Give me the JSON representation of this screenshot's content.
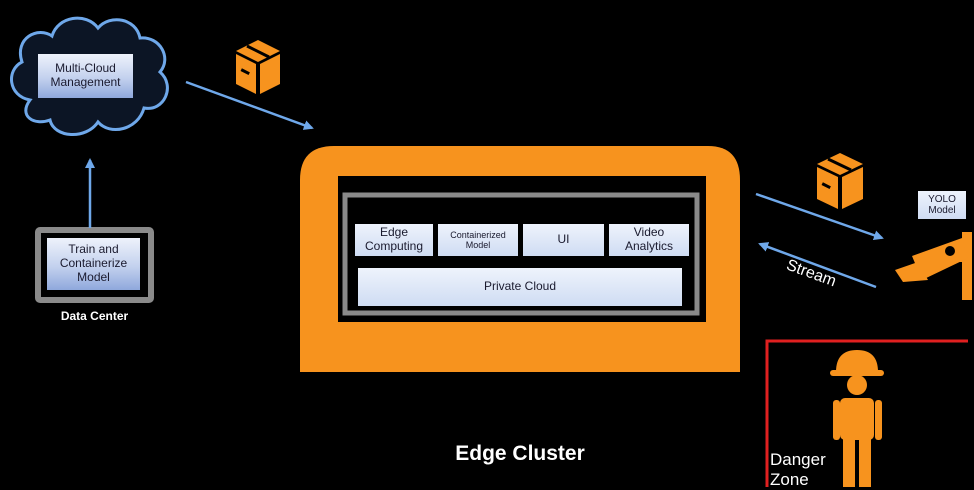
{
  "cloud": {
    "label": "Multi-Cloud Management"
  },
  "data_center": {
    "box_label": "Train and Containerize Model",
    "caption": "Data Center"
  },
  "edge_cluster": {
    "title": "Edge Cluster",
    "modules": [
      "Edge Computing",
      "Containerized Model",
      "UI",
      "Video Analytics"
    ],
    "private_cloud": "Private Cloud"
  },
  "camera": {
    "model_label": "YOLO Model",
    "stream_label": "Stream"
  },
  "danger_zone": {
    "label": "Danger Zone"
  },
  "colors": {
    "orange": "#f7931e",
    "arrow": "#6fa8ea",
    "red": "#e02020",
    "box": "#c3d1ee"
  },
  "icons": [
    "package-icon",
    "package-icon",
    "security-camera-icon",
    "construction-worker-icon",
    "cloud-icon"
  ]
}
